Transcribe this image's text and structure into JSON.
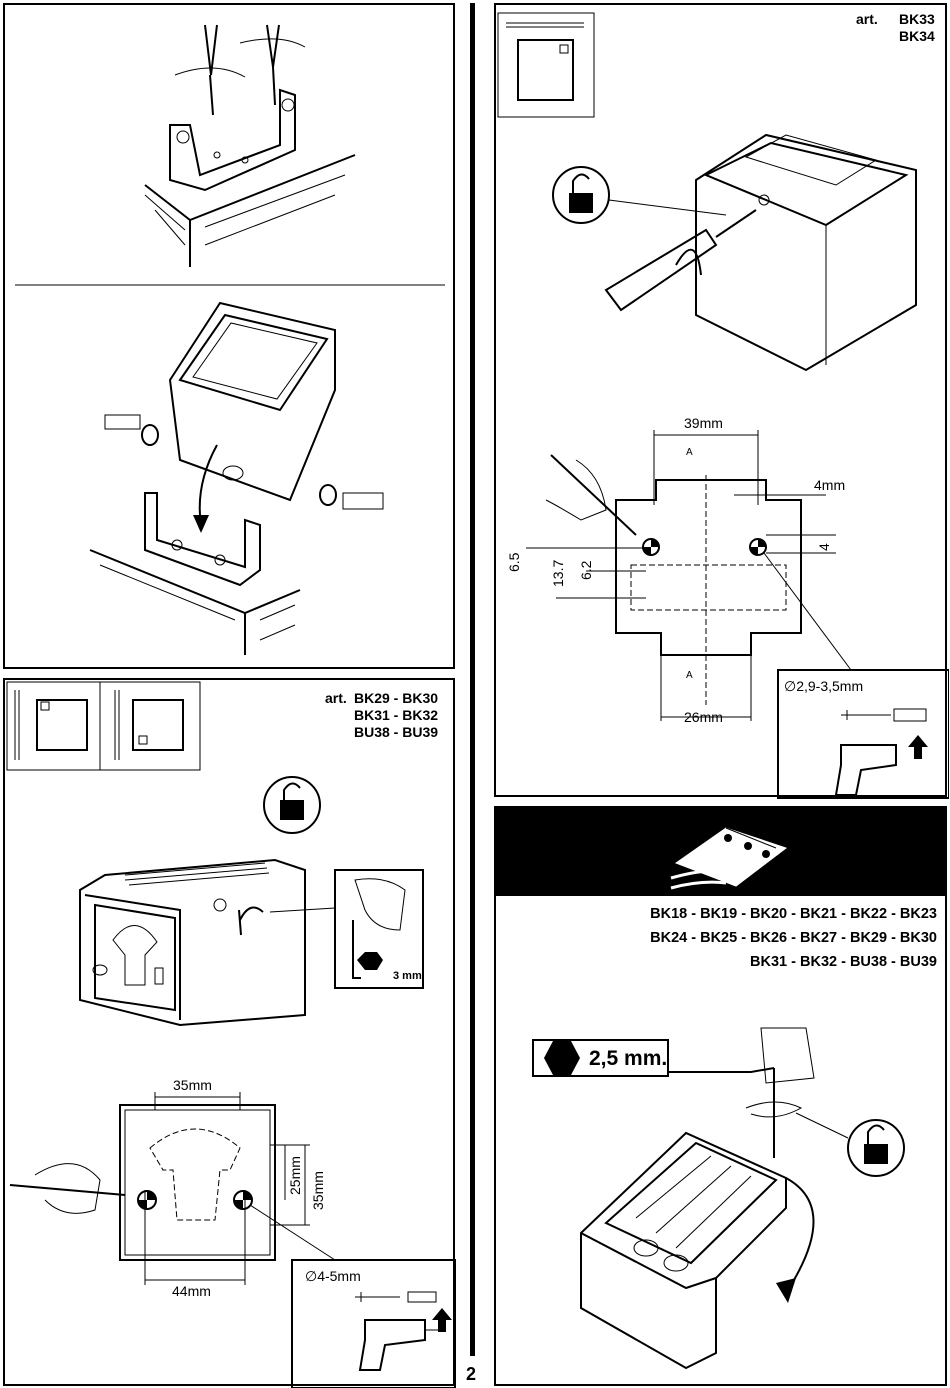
{
  "page_number": "2",
  "panel_top_left": {},
  "panel_mid_left": {},
  "panel_bk29": {
    "art_label": "art.",
    "model_lines": [
      "BK29 - BK30",
      "BK31  -  BK32",
      "BU38  -  BU39"
    ],
    "hex_size": "3 mm",
    "dim_width": "35mm",
    "dim_vertical_inner": "25mm",
    "dim_vertical_outer": "35mm",
    "dim_bottom": "44mm",
    "drill_diameter": "∅4-5mm"
  },
  "panel_bk33": {
    "art_label": "art.",
    "model_lines": [
      "BK33",
      "BK34"
    ],
    "dim_top": "39mm",
    "dim_right": "4mm",
    "dim_bottom": "26mm",
    "dim_v1": "6.5",
    "dim_v2": "13.7",
    "dim_v3": "6.2",
    "dim_v4": "4",
    "section_mark": "A",
    "drill_diameter": "∅2,9-3,5mm"
  },
  "panel_wiring": {
    "model_lines": [
      "BK18 - BK19 - BK20 - BK21 - BK22 - BK23",
      "BK24 - BK25 - BK26 - BK27 - BK29 - BK30",
      "BK31  -  BK32  -  BU38  -  BU39"
    ],
    "hex_size": "2,5 mm."
  },
  "colors": {
    "ink": "#000000",
    "paper": "#ffffff"
  }
}
